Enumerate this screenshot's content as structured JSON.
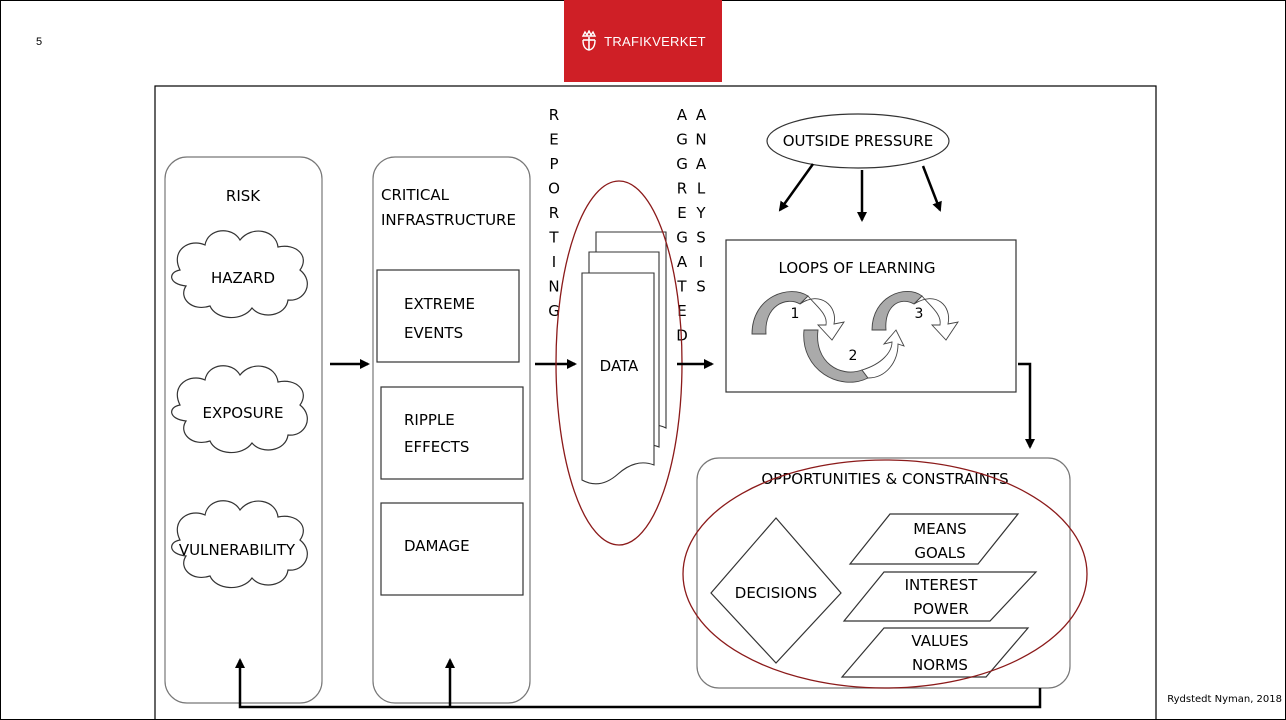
{
  "slide": {
    "page_number": "5",
    "logo_text": "TRAFIKVERKET",
    "credit": "Rydstedt Nyman, 2018",
    "brand_color": "#cf1f26"
  },
  "diagram": {
    "risk": {
      "title": "RISK",
      "items": [
        "HAZARD",
        "EXPOSURE",
        "VULNERABILITY"
      ]
    },
    "critical": {
      "title_line1": "CRITICAL",
      "title_line2": "INFRASTRUCTURE",
      "extreme_1": "EXTREME",
      "extreme_2": "EVENTS",
      "ripple_1": "RIPPLE",
      "ripple_2": "EFFECTS",
      "damage": "DAMAGE"
    },
    "reporting_letters": [
      "R",
      "E",
      "P",
      "O",
      "R",
      "T",
      "I",
      "N",
      "G"
    ],
    "aggregated_letters": [
      "A",
      "G",
      "G",
      "R",
      "E",
      "G",
      "A",
      "T",
      "E",
      "D"
    ],
    "analysis_letters": [
      "A",
      "N",
      "A",
      "L",
      "Y",
      "S",
      "I",
      "S"
    ],
    "data_label": "DATA",
    "outside_pressure": "OUTSIDE PRESSURE",
    "loops_title": "LOOPS OF LEARNING",
    "loop_numbers": [
      "1",
      "2",
      "3"
    ],
    "opportunities_title": "OPPORTUNITIES & CONSTRAINTS",
    "decisions": "DECISIONS",
    "means": "MEANS",
    "goals": "GOALS",
    "interest": "INTEREST",
    "power": "POWER",
    "values": "VALUES",
    "norms": "NORMS",
    "highlight_color": "#8b1a1a"
  }
}
